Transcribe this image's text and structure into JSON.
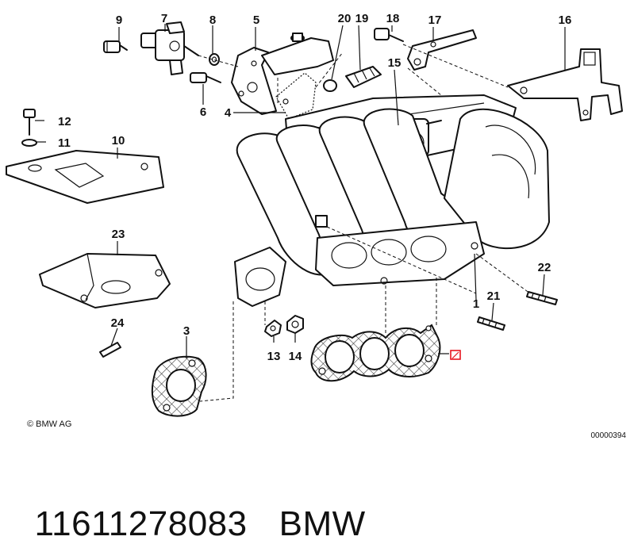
{
  "callouts": {
    "c1": "1",
    "c3": "3",
    "c4": "4",
    "c5": "5",
    "c6": "6",
    "c7": "7",
    "c8": "8",
    "c9": "9",
    "c10": "10",
    "c11": "11",
    "c12": "12",
    "c13": "13",
    "c14": "14",
    "c15": "15",
    "c16": "16",
    "c17": "17",
    "c18": "18",
    "c19": "19",
    "c20": "20",
    "c21": "21",
    "c22": "22",
    "c23": "23",
    "c24": "24"
  },
  "copyright": "© BMW AG",
  "drawing_number": "00000394",
  "caption": {
    "part_number": "11611278083",
    "brand": "BMW"
  },
  "colors": {
    "line": "#111111",
    "highlight": "#e8141e",
    "background": "#ffffff"
  }
}
